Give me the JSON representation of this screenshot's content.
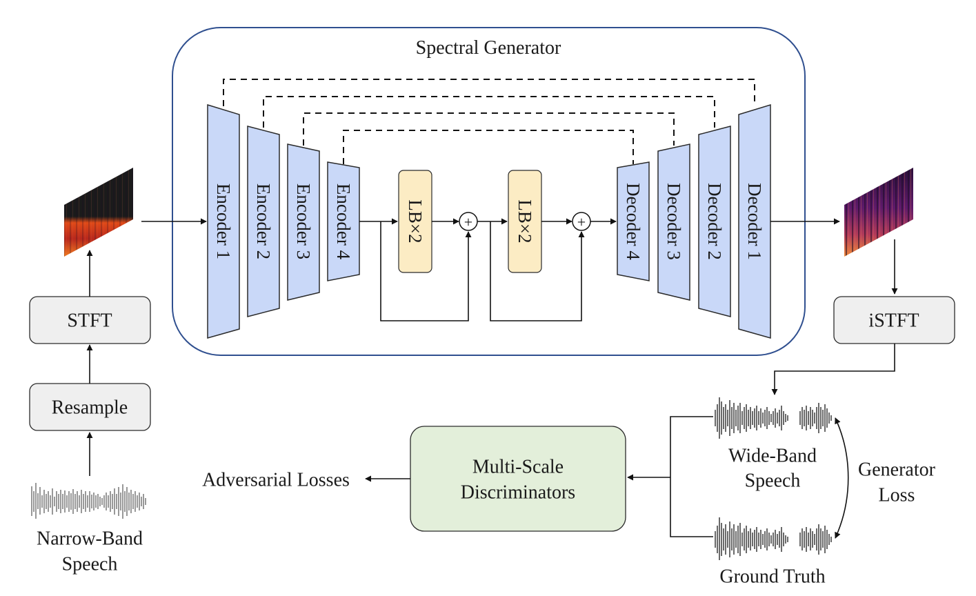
{
  "generator": {
    "title": "Spectral Generator",
    "encoders": [
      "Encoder 1",
      "Encoder 2",
      "Encoder 3",
      "Encoder 4"
    ],
    "decoders": [
      "Decoder 4",
      "Decoder 3",
      "Decoder 2",
      "Decoder 1"
    ],
    "lb_blocks": [
      "LB×2",
      "LB×2"
    ],
    "sum_symbol": "+"
  },
  "input": {
    "stft": "STFT",
    "resample": "Resample",
    "narrow_band_line1": "Narrow-Band",
    "narrow_band_line2": "Speech"
  },
  "output": {
    "istft": "iSTFT",
    "wide_band_line1": "Wide-Band",
    "wide_band_line2": "Speech",
    "ground_truth": "Ground Truth",
    "generator_loss_line1": "Generator",
    "generator_loss_line2": "Loss"
  },
  "discriminator": {
    "line1": "Multi-Scale",
    "line2": "Discriminators",
    "adversarial_losses": "Adversarial Losses"
  },
  "colors": {
    "encoder_fill": "#c9d8f8",
    "encoder_stroke": "#2a2a2a",
    "lb_fill": "#fcecc4",
    "disc_fill": "#e3efda",
    "box_fill": "#efefef",
    "generator_border": "#2f4f8f",
    "waveform": "#555555"
  }
}
